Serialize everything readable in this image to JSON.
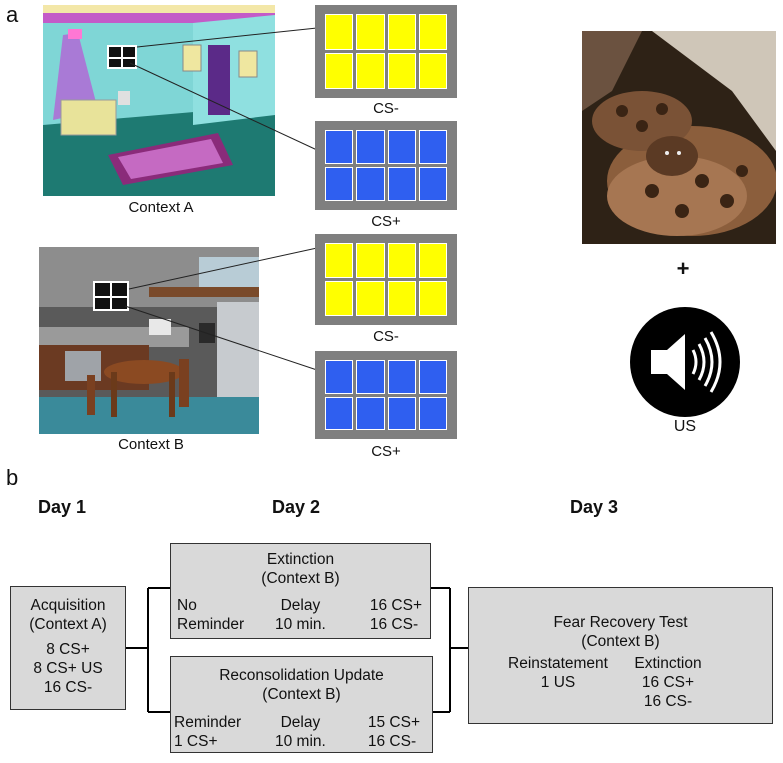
{
  "panel_a": {
    "letter": "a",
    "context_a_label": "Context A",
    "context_b_label": "Context B",
    "cs_minus_label": "CS-",
    "cs_plus_label": "CS+",
    "plus_sign": "+",
    "us_label": "US",
    "colors": {
      "cs_minus": "#ffff00",
      "cs_plus": "#2f5ff0",
      "window_frame": "#7f7f7f"
    }
  },
  "panel_b": {
    "letter": "b",
    "days": [
      "Day 1",
      "Day 2",
      "Day 3"
    ],
    "acquisition": {
      "title": "Acquisition",
      "context": "(Context A)",
      "lines": [
        "8 CS+",
        "8 CS+ US",
        "16 CS-"
      ]
    },
    "extinction": {
      "title": "Extinction",
      "context": "(Context B)",
      "col1": [
        "No",
        "Reminder"
      ],
      "col2": [
        "Delay",
        "10 min."
      ],
      "col3": [
        "16 CS+",
        "16 CS-"
      ]
    },
    "reconsolidation": {
      "title": "Reconsolidation Update",
      "context": "(Context B)",
      "col1": [
        "Reminder",
        "1 CS+"
      ],
      "col2": [
        "Delay",
        "10 min."
      ],
      "col3": [
        "15 CS+",
        "16 CS-"
      ]
    },
    "fear_recovery": {
      "title": "Fear Recovery Test",
      "context": "(Context B)",
      "reinstatement_label": "Reinstatement",
      "reinstatement_value": "1 US",
      "extinction_label": "Extinction",
      "extinction_values": [
        "16 CS+",
        "16 CS-"
      ]
    },
    "colors": {
      "box_fill": "#d9d9d9",
      "box_border": "#333333"
    }
  }
}
